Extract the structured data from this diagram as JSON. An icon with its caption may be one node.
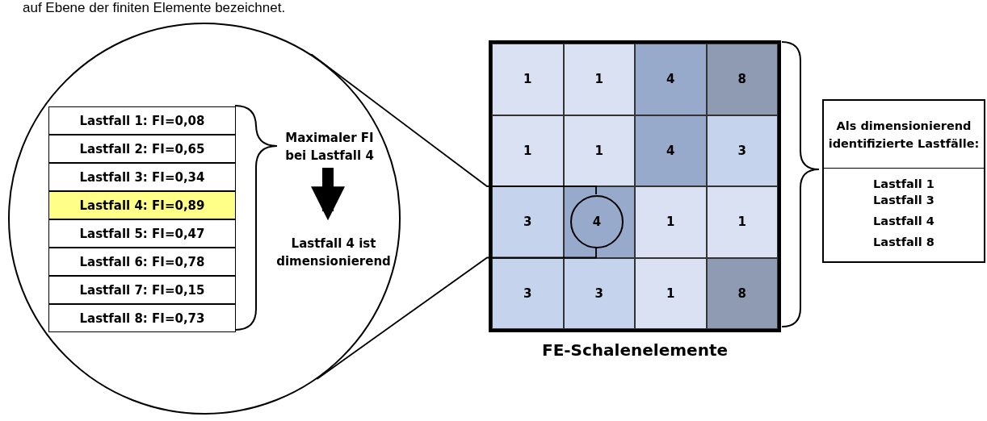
{
  "diagram": {
    "nodes": [
      {
        "text": [],
        "shape": "circle"
      },
      {
        "text": [
          "Lastfall 1: FI=0,08"
        ],
        "in": 0
      },
      {
        "text": [
          "Lastfall 2: FI=0,65"
        ],
        "in": 0
      },
      {
        "text": [
          "Lastfall 3: FI=0,34"
        ],
        "in": 0
      },
      {
        "text": [
          "Lastfall 4: FI=0,89"
        ],
        "in": 0
      },
      {
        "text": [
          "Lastfall 5: FI=0,47"
        ],
        "in": 0
      },
      {
        "text": [
          "Lastfall 6: FI=0,78"
        ],
        "in": 0
      },
      {
        "text": [
          "Lastfall 7: FI=0,15"
        ],
        "in": 0
      },
      {
        "text": [
          "Lastfall 8: FI=0,73"
        ],
        "in": 0
      },
      {
        "text": [
          "Maximaler FI bei Lastfall 4"
        ],
        "in": 0
      },
      {
        "text": [
          "Lastfall 4 ist dimensionierend"
        ],
        "in": 0
      },
      {
        "text": [
          "FE-Schalenelemente"
        ]
      },
      {
        "text": [
          "1"
        ],
        "in": 11
      },
      {
        "text": [
          "1"
        ],
        "in": 11
      },
      {
        "text": [
          "4"
        ],
        "in": 11
      },
      {
        "text": [
          "8"
        ],
        "in": 11
      },
      {
        "text": [
          "1"
        ],
        "in": 11
      },
      {
        "text": [
          "1"
        ],
        "in": 11
      },
      {
        "text": [
          "4"
        ],
        "in": 11
      },
      {
        "text": [
          "3"
        ],
        "in": 11
      },
      {
        "text": [
          "3"
        ],
        "in": 11
      },
      {
        "text": [],
        "shape": "box",
        "in": 11
      },
      {
        "text": [
          "1"
        ],
        "in": 11
      },
      {
        "text": [
          "1"
        ],
        "in": 11
      },
      {
        "text": [
          "3"
        ],
        "in": 11
      },
      {
        "text": [
          "3"
        ],
        "in": 11
      },
      {
        "text": [
          "1"
        ],
        "in": 11
      },
      {
        "text": [
          "8"
        ],
        "in": 11
      },
      {
        "text": [
          "4"
        ],
        "in": 21
      },
      {
        "text": [
          "Als dimensionierend identifizierte Lastfälle:",
          "Lastfall 1",
          "Lastfall 3",
          "Lastfall 4",
          "Lastfall 8"
        ]
      }
    ],
    "edges": [
      {
        "from": 9,
        "to": 10,
        "arrow": "to",
        "style": "thick"
      },
      {
        "from": 28,
        "to": 0,
        "arrow": "none"
      },
      {
        "from": 28,
        "to": 0,
        "arrow": "none"
      }
    ],
    "labels": [
      "auf Ebene der finiten Elemente bezeichnet."
    ]
  }
}
